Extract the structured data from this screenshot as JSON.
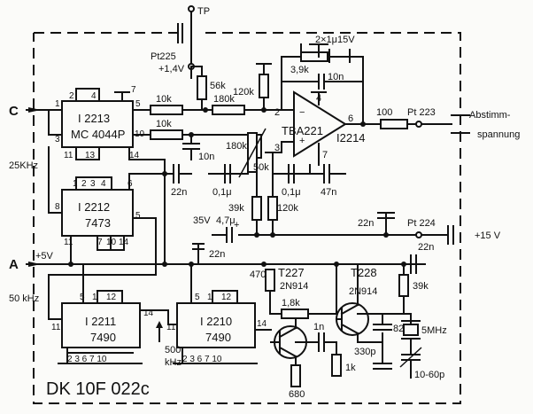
{
  "labels": {
    "tp": "TP",
    "pt225": "Pt225",
    "v14": "+1,4V",
    "terminal_c": "C",
    "terminal_a": "A",
    "plus5v": "+5V",
    "khz25": "25KHz",
    "khz50": "50 kHz",
    "khz500a": "500",
    "khz500b": "kHz",
    "abstimm1": "Abstimm-",
    "abstimm2": "spannung",
    "pt223": "Pt 223",
    "pt224": "Pt 224",
    "plus15v": "+15 V",
    "v35": "35V",
    "drawing_no": "DK 10F 022c"
  },
  "ics": {
    "i2213_a": "I 2213",
    "i2213_b": "MC 4044P",
    "i2212_a": "I 2212",
    "i2212_b": "7473",
    "i2211_a": "I 2211",
    "i2211_b": "7490",
    "i2210_a": "I 2210",
    "i2210_b": "7490",
    "opamp": "TBA221",
    "i2214": "I2214",
    "t227": "T227",
    "t227_type": "2N914",
    "t228": "T228",
    "t228_type": "2N914"
  },
  "components": {
    "r56k": "56k",
    "r120k_top": "120k",
    "r10k_1": "10k",
    "r10k_2": "10k",
    "r180k_top": "180k",
    "r180k_mid": "180k",
    "r3k9": "3,9k",
    "c10n_fb": "10n",
    "c2x1u": "2×1μ15V",
    "r100": "100",
    "c10n_low": "10n",
    "pot50k": "50k",
    "c01u_1": "0,1μ",
    "c01u_2": "0,1μ",
    "c47n": "47n",
    "r39k_mid": "39k",
    "r120k_mid": "120k",
    "c22n_1": "22n",
    "c22n_2": "22n",
    "c22n_3": "22n",
    "c22n_4": "22n",
    "c4u7": "4,7μ",
    "r470": "470",
    "r1k8": "1,8k",
    "r39k_right": "39k",
    "c1n": "1n",
    "c82p": "82p",
    "c330p": "330p",
    "r680": "680",
    "r1k": "1k",
    "xtal": "5MHz",
    "trim": "10-60p"
  },
  "pins": {
    "p2213_1": "1",
    "p2213_3": "3",
    "p2213_2": "2",
    "p2213_4": "4",
    "p2213_7": "7",
    "p2213_5": "5",
    "p2213_10": "10",
    "p2213_11": "11",
    "p2213_13": "13",
    "p2213_14": "14",
    "p2212_1": "1",
    "p2212_2": "2",
    "p2212_3": "3",
    "p2212_4": "4",
    "p2212_6": "6",
    "p2212_8": "8",
    "p2212_5": "5",
    "p2212_11": "11",
    "p2212_7": "7",
    "p2212_10": "10",
    "p2212_14": "14",
    "p2211_5": "5",
    "p2211_1": "1",
    "p2211_12": "12",
    "p2211_11": "11",
    "p2211_14": "14",
    "p2211_b": "2 3 6 7 10",
    "p2210_5": "5",
    "p2210_1": "1",
    "p2210_12": "12",
    "p2210_11": "11",
    "p2210_14": "14",
    "p2210_b": "2 3 6 7 10",
    "op_2": "2",
    "op_3": "3",
    "op_4": "4",
    "op_6": "6",
    "op_7": "7",
    "op_minus": "−",
    "op_plus": "+",
    "plus_sign": "+"
  }
}
